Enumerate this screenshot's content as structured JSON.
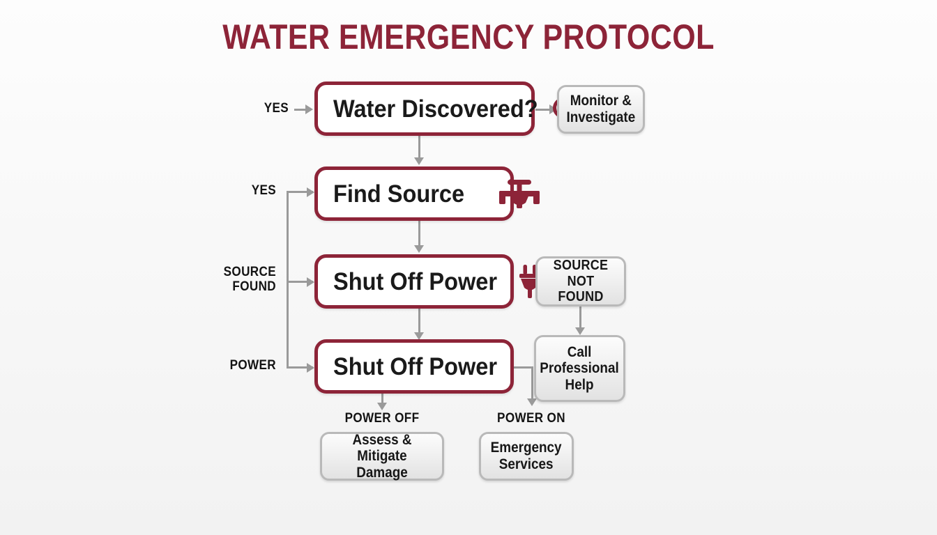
{
  "title": "WATER EMERGENCY PROTOCOL",
  "theme": {
    "accent": "#8d2438",
    "node_text": "#1a1a1a",
    "connector": "#9a9a9a",
    "grey_box_border": "#b9b9b9",
    "background": "#f7f7f7"
  },
  "nodes": {
    "water_discovered": {
      "label": "Water Discovered?",
      "icon": "magnifier-droplet-icon"
    },
    "find_source": {
      "label": "Find Source",
      "icon": "valve-faucet-icon"
    },
    "shut_off_power_1": {
      "label": "Shut Off Power",
      "icon": "power-plug-icon"
    },
    "shut_off_power_2": {
      "label": "Shut Off Power",
      "icon": "none"
    }
  },
  "outcomes": {
    "monitor_investigate": {
      "line1": "Monitor &",
      "line2": "Investigate"
    },
    "source_not_found": {
      "line1": "SOURCE NOT",
      "line2": "FOUND"
    },
    "call_professional_help": {
      "line1": "Call",
      "line2": "Professional",
      "line3": "Help"
    },
    "assess_mitigate": {
      "line1": "Assess & Mitigate",
      "line2": "Damage"
    },
    "emergency_services": {
      "line1": "Emergency",
      "line2": "Services"
    }
  },
  "edge_labels": {
    "yes_top": "YES",
    "yes_find_source": "YES",
    "source_found": "SOURCE\nFOUND",
    "power": "POWER",
    "power_off": "POWER OFF",
    "power_on": "POWER ON"
  }
}
